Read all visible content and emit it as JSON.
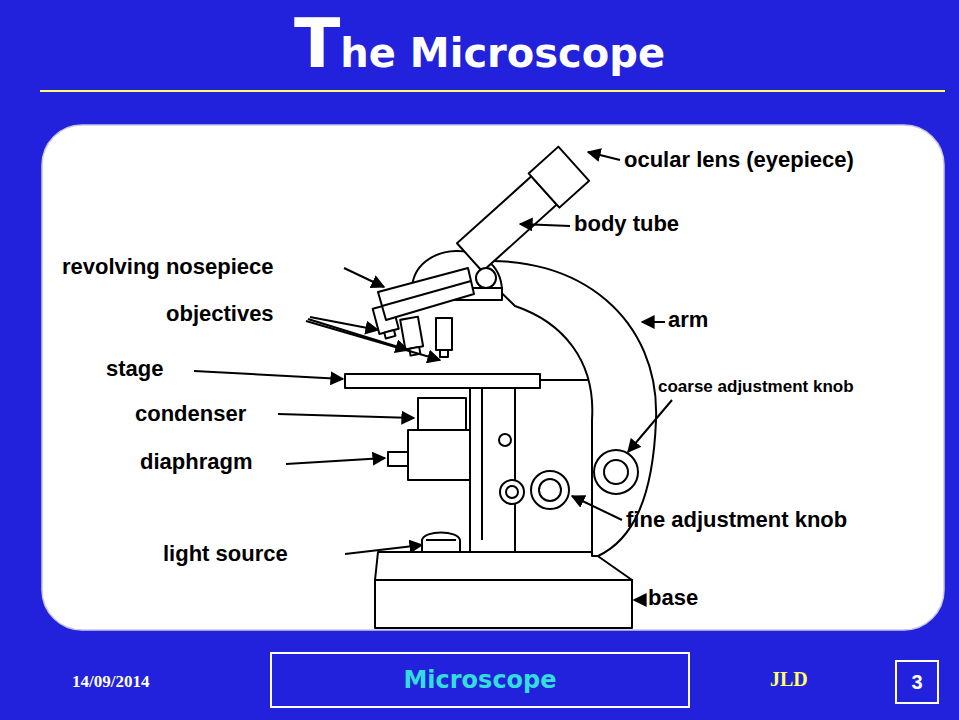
{
  "diagram": {
    "title": "The Microscope",
    "nodes": [
      {
        "text": [
          "Microscope"
        ]
      },
      {
        "text": [
          "3"
        ]
      }
    ],
    "labels": [
      "ocular lens (eyepiece)",
      "body tube",
      "revolving nosepiece",
      "objectives",
      "arm",
      "stage",
      "coarse adjustment knob",
      "condenser",
      "diaphragm",
      "fine adjustment knob",
      "light source",
      "base",
      "14/09/2014",
      "JLD"
    ]
  }
}
